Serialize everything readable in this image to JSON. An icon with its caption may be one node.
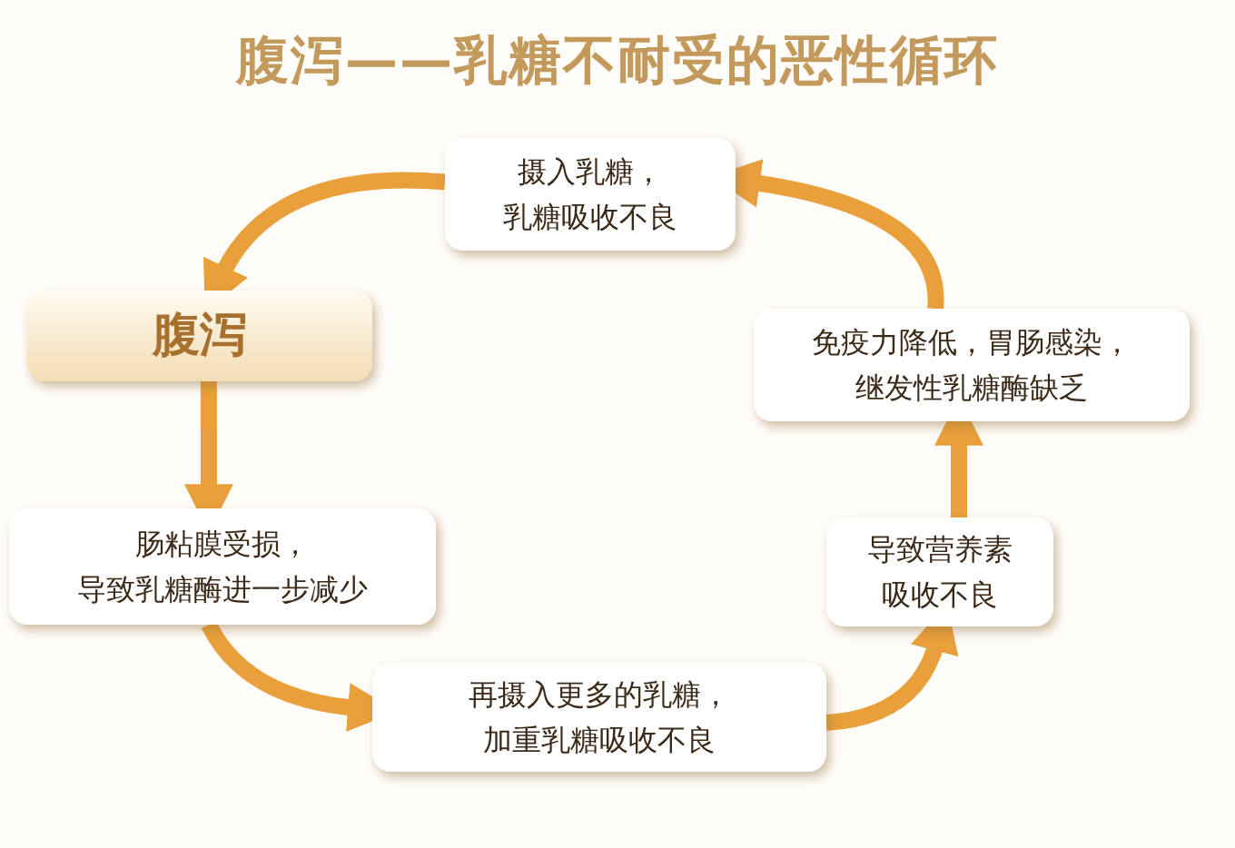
{
  "diagram": {
    "title": "腹泻——乳糖不耐受的恶性循环",
    "nodes": [
      {
        "text": [
          "摄入乳糖，乳糖吸收不良"
        ]
      },
      {
        "text": [
          "腹泻"
        ]
      },
      {
        "text": [
          "肠粘膜受损，导致乳糖酶进一步减少"
        ]
      },
      {
        "text": [
          "再摄入更多的乳糖，加重乳糖吸收不良"
        ]
      },
      {
        "text": [
          "导致营养素吸收不良"
        ]
      },
      {
        "text": [
          "免疫力降低，胃肠感染，继发性乳糖酶缺乏"
        ]
      }
    ],
    "edges": [
      {
        "from": 0,
        "to": 1,
        "arrow": "to"
      },
      {
        "from": 1,
        "to": 2,
        "arrow": "to"
      },
      {
        "from": 2,
        "to": 3,
        "arrow": "to"
      },
      {
        "from": 3,
        "to": 4,
        "arrow": "to"
      },
      {
        "from": 4,
        "to": 5,
        "arrow": "to"
      },
      {
        "from": 5,
        "to": 0,
        "arrow": "to"
      }
    ]
  }
}
